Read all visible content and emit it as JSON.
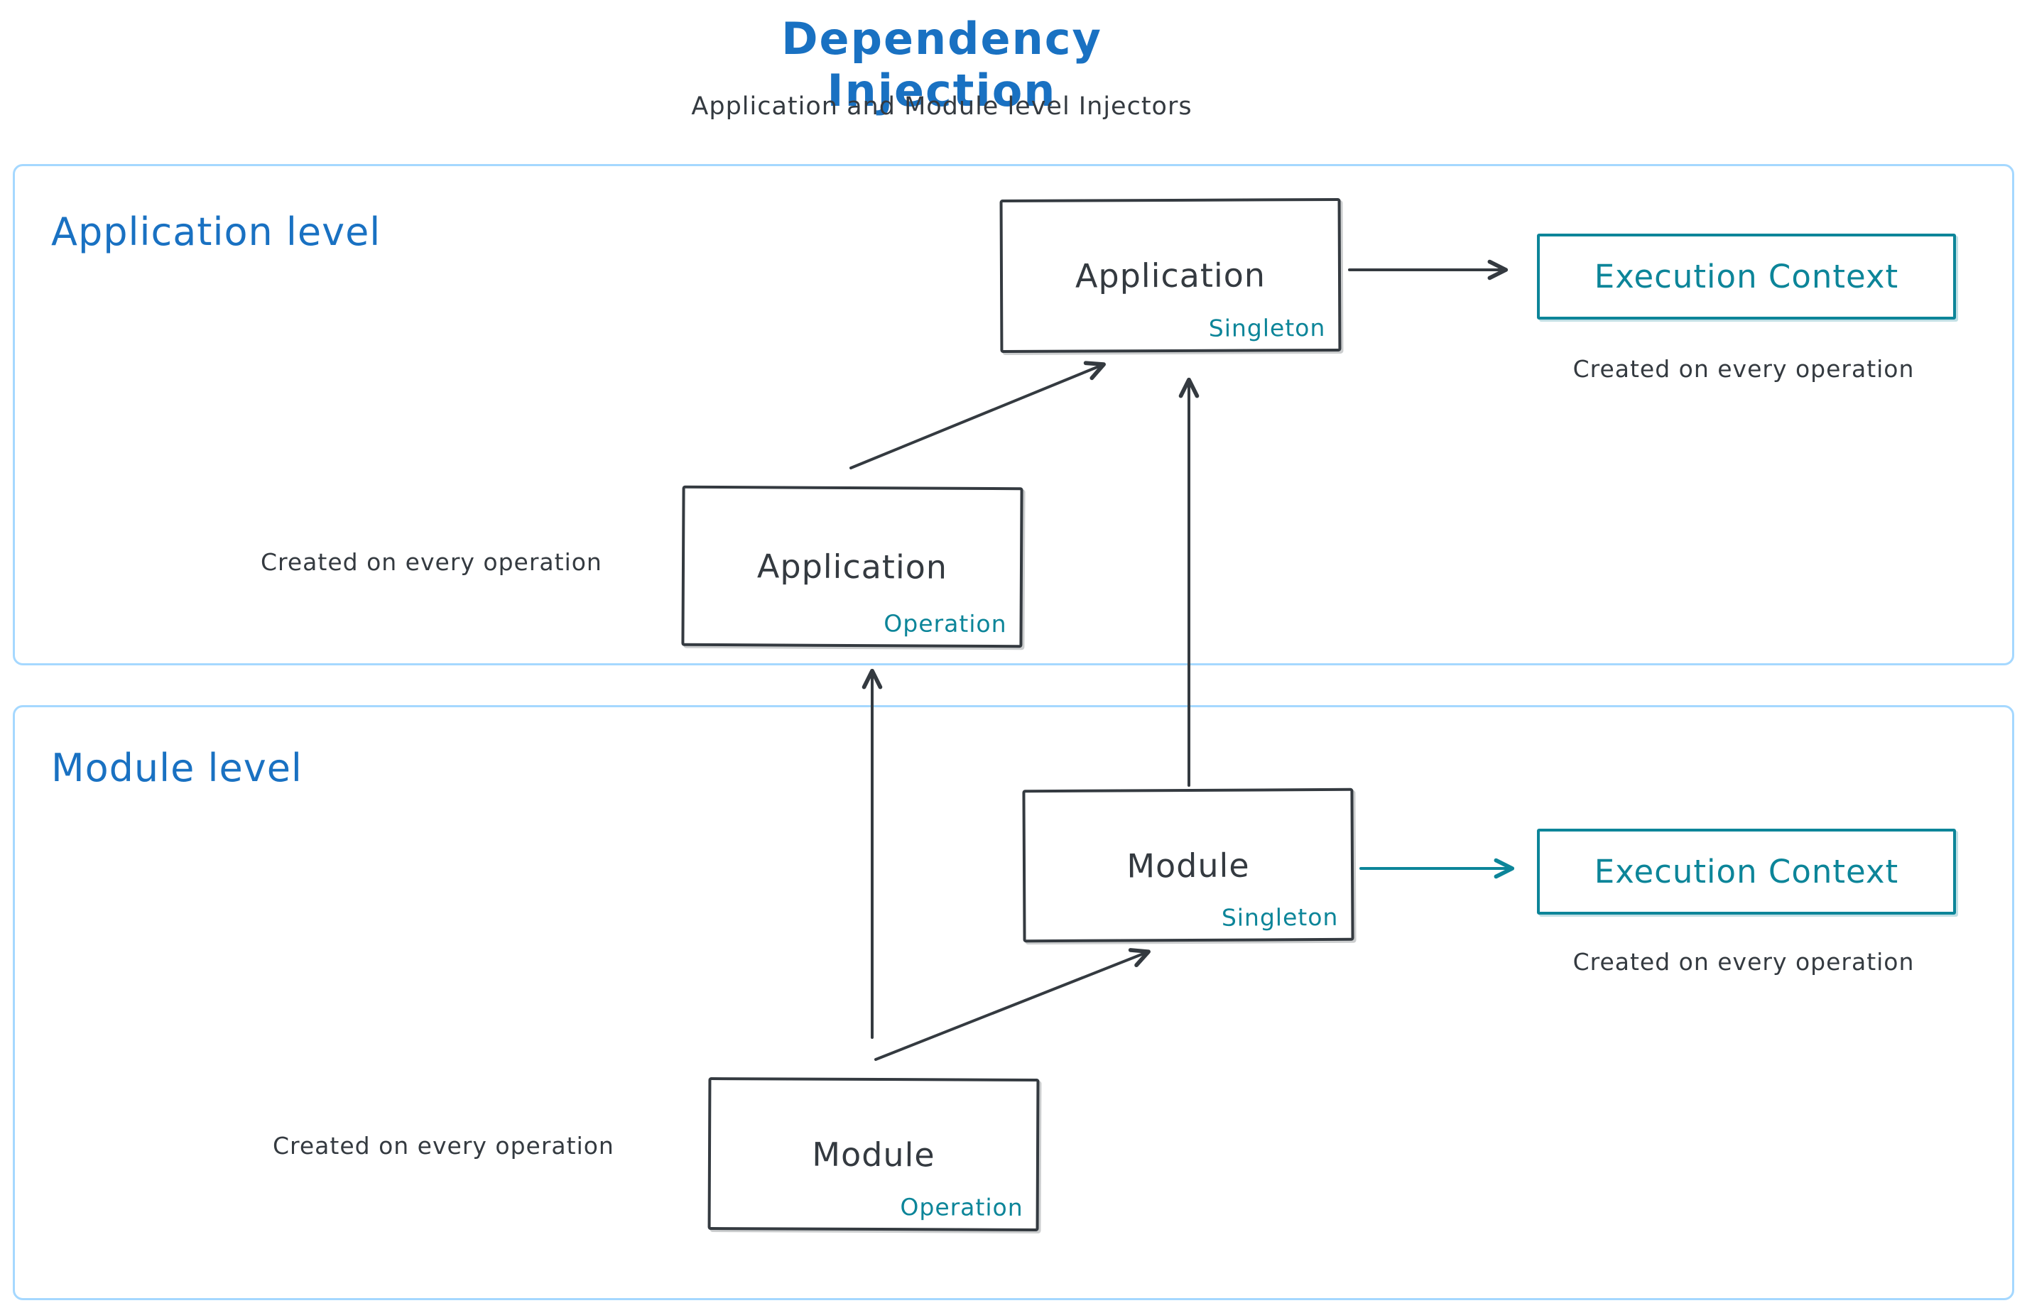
{
  "title": "Dependency Injection",
  "subtitle": "Application and Module level Injectors",
  "colors": {
    "blue": "#1971c2",
    "dark": "#343a40",
    "teal": "#0c8599",
    "section_border": "#a5d8ff"
  },
  "application_level": {
    "label": "Application level",
    "singleton_box": {
      "title": "Application",
      "tag": "Singleton"
    },
    "operation_box": {
      "title": "Application",
      "tag": "Operation"
    },
    "operation_caption": "Created on every operation",
    "execution_context": {
      "label": "Execution Context",
      "caption": "Created on every operation"
    }
  },
  "module_level": {
    "label": "Module level",
    "singleton_box": {
      "title": "Module",
      "tag": "Singleton"
    },
    "operation_box": {
      "title": "Module",
      "tag": "Operation"
    },
    "operation_caption": "Created on every operation",
    "execution_context": {
      "label": "Execution Context",
      "caption": "Created on every operation"
    }
  }
}
